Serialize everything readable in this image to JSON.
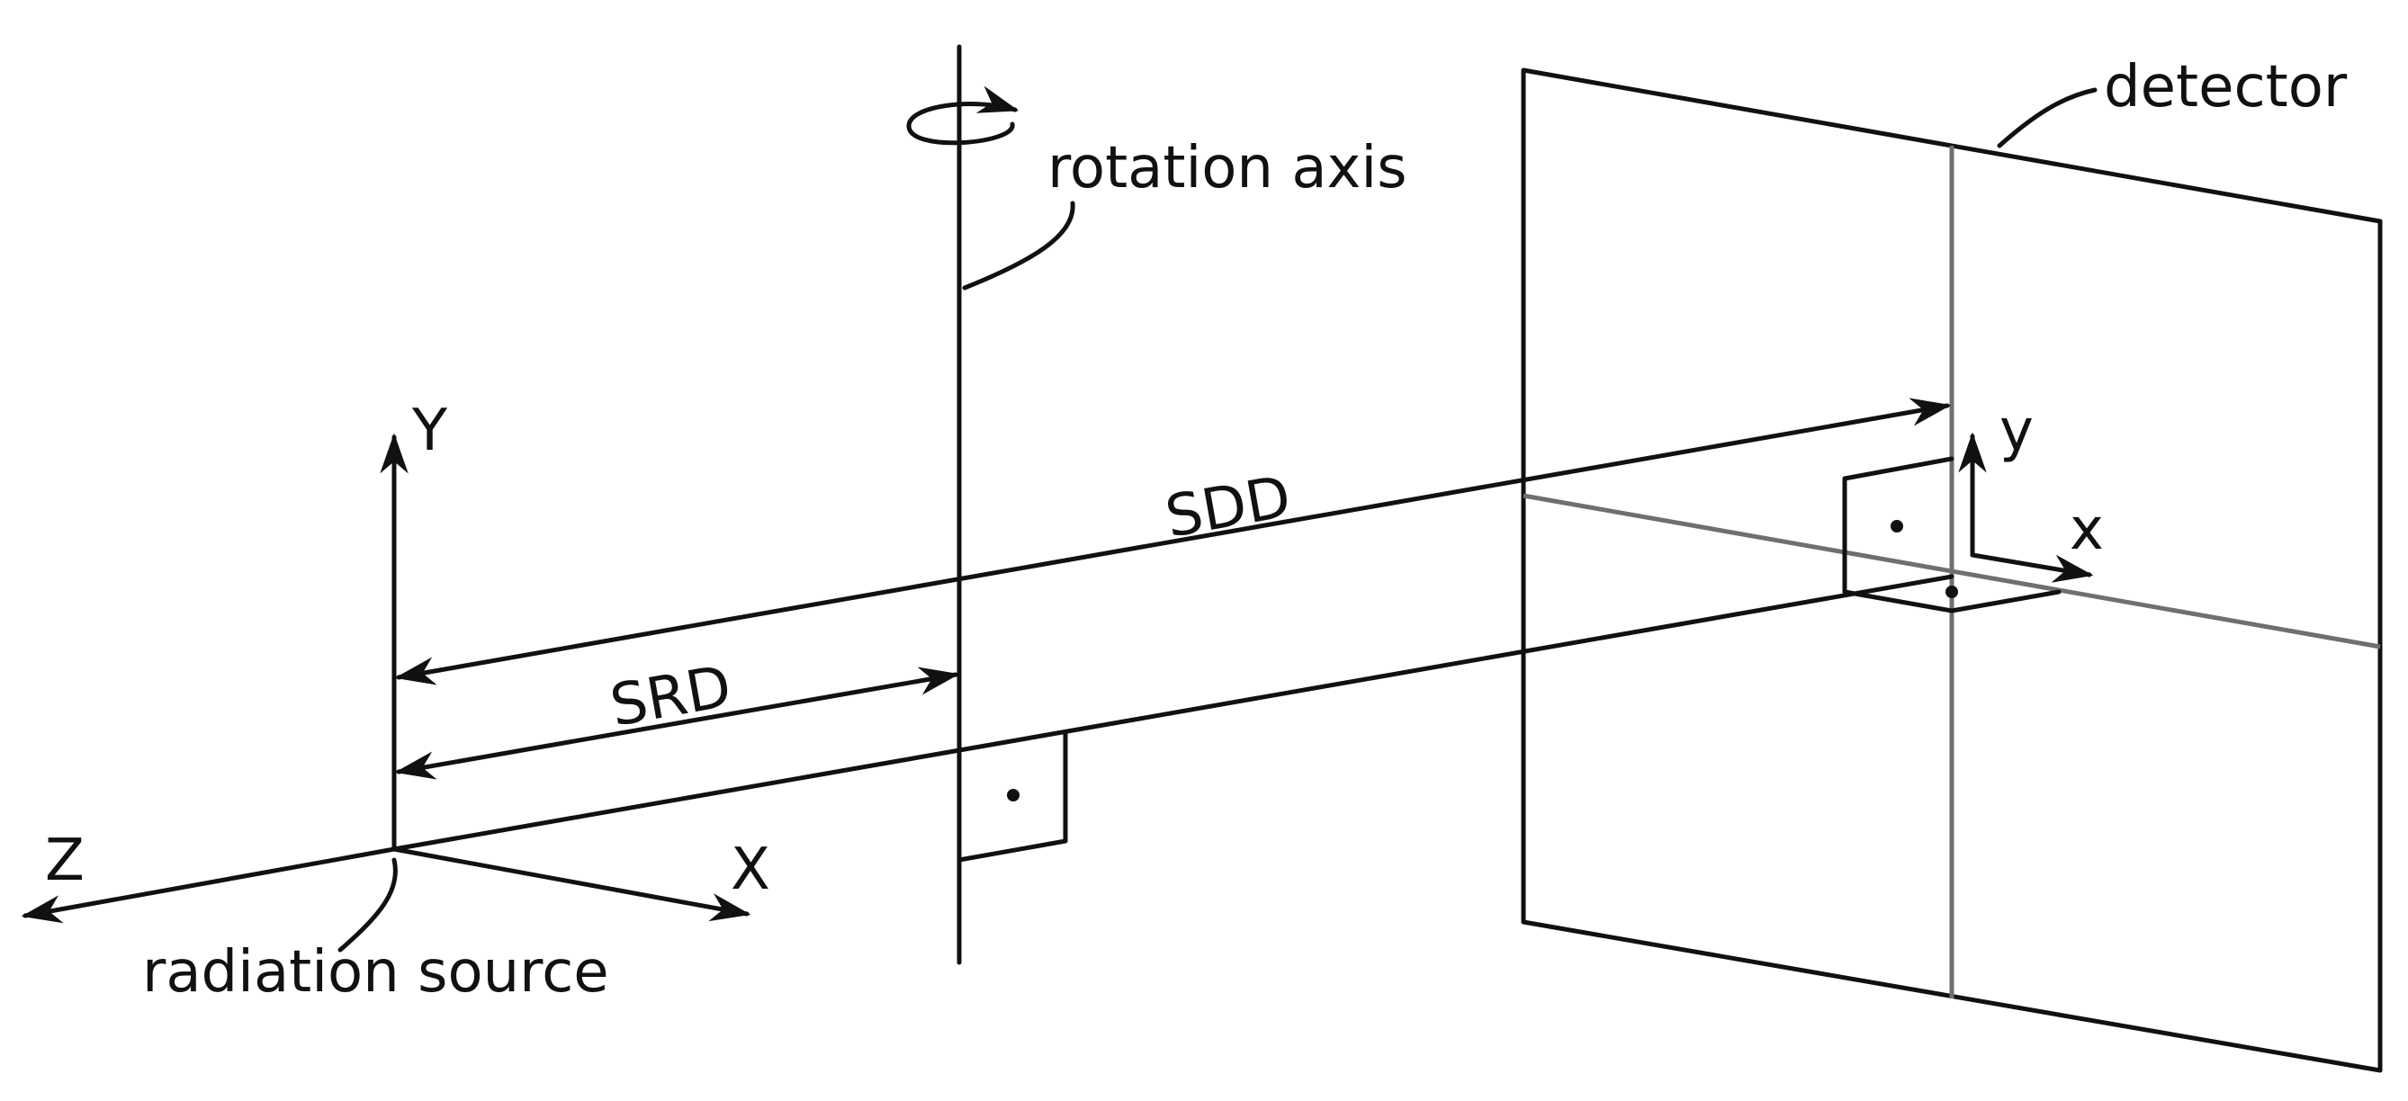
{
  "labels": {
    "rotation_axis": "rotation axis",
    "detector": "detector",
    "radiation_source": "radiation source",
    "world_axis_y": "Y",
    "world_axis_x": "X",
    "world_axis_z": "Z",
    "detector_axis_y": "y",
    "detector_axis_x": "x",
    "sdd": "SDD",
    "srd": "SRD"
  },
  "colors": {
    "line": "#111111",
    "detector_crosshair": "#6f6f6f",
    "background": "#ffffff"
  }
}
